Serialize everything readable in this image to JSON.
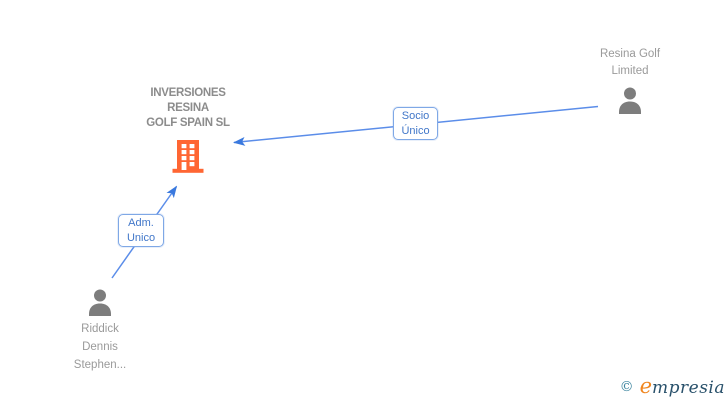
{
  "page": {
    "background": "#ffffff"
  },
  "diagram": {
    "nodes": {
      "company": {
        "name": "INVERSIONES\nRESINA\nGOLF SPAIN SL",
        "icon": "building-icon"
      },
      "shareholder": {
        "name": "Resina Golf\nLimited",
        "icon": "person-icon"
      },
      "administrator": {
        "name": "Riddick\nDennis\nStephen...",
        "icon": "person-icon"
      }
    },
    "edges": [
      {
        "label": "Socio\nÚnico",
        "from": "shareholder",
        "to": "company"
      },
      {
        "label": "Adm.\nUnico",
        "from": "administrator",
        "to": "company"
      }
    ],
    "colors": {
      "arrow": "#5b8de9",
      "arrowhead": "#3a79de",
      "label_border": "#7fa8e6",
      "label_text": "#4177c9",
      "building": "#ff6633",
      "person": "#7d7d7d",
      "company_text": "#8c8c8c",
      "node_text": "#9a9a9a"
    }
  },
  "footer": {
    "logo": {
      "copyright": "©",
      "brand_first_letter": "e",
      "brand_rest": "mpresia"
    }
  }
}
